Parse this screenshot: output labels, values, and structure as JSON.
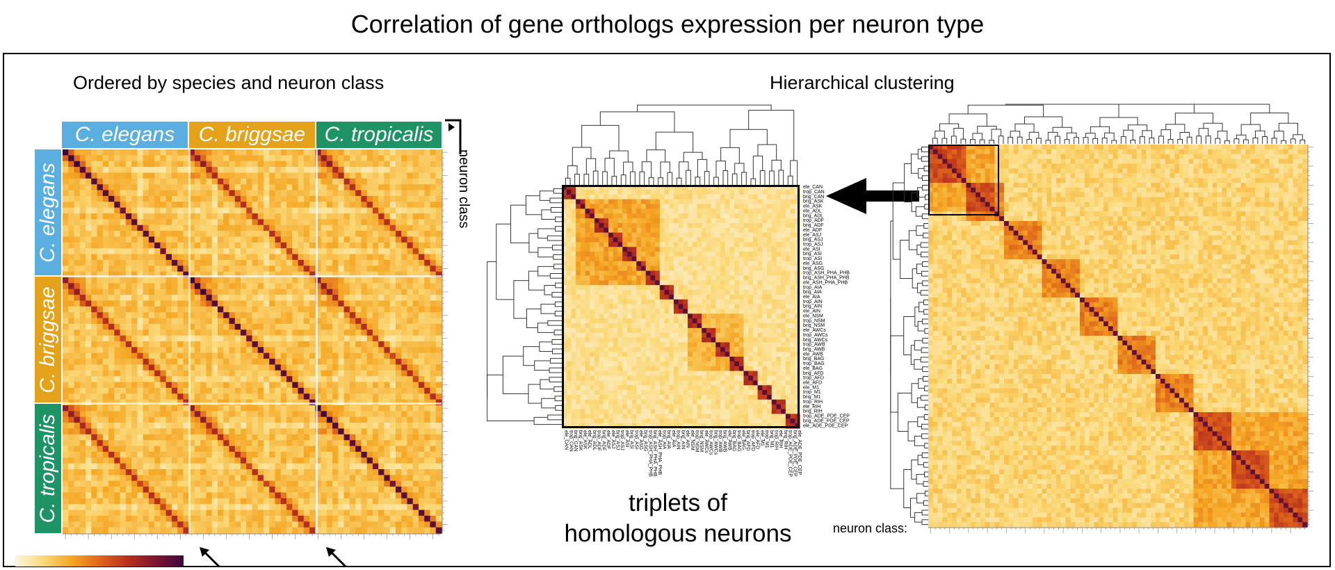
{
  "title": "Correlation of gene orthologs expression per neuron type",
  "left_panel": {
    "subtitle": "Ordered by species and neuron class",
    "species": [
      {
        "name": "C. elegans",
        "color": "#5aafe0"
      },
      {
        "name": "C. briggsae",
        "color": "#e3a21a"
      },
      {
        "name": "C. tropicalis",
        "color": "#1e9466"
      }
    ],
    "side_label": "neuron class"
  },
  "right_panel": {
    "subtitle": "Hierarchical clustering",
    "neuron_class_label": "neuron class:"
  },
  "zoom_panel": {
    "caption_line1": "triplets of",
    "caption_line2": "homologous neurons",
    "row_labels": [
      "ele_CAN",
      "trop_CAN",
      "brig_CAN",
      "brig_ASK",
      "ele_ASK",
      "ele_ADL",
      "brig_ADL",
      "trop_ADF",
      "brig_ADF",
      "ele_ADF",
      "ele_ASJ",
      "brig_ASJ",
      "trop_ASJ",
      "ele_ASI",
      "brig_ASI",
      "trop_ASI",
      "ele_ASG",
      "brig_ASG",
      "trop_ASH_PHA_PHB",
      "brig_ASH_PHA_PHB",
      "ele_ASH_PHA_PHB",
      "trop_AIA",
      "brig_AIA",
      "ele_AIA",
      "trop_AIN",
      "brig_AIN",
      "ele_AIN",
      "ele_NSM",
      "trop_NSM",
      "brig_NSM",
      "ele_AWCs",
      "trop_AWCs",
      "brig_AWCs",
      "trop_AWB",
      "brig_AWB",
      "ele_AWB",
      "brig_BAG",
      "trop_BAG",
      "ele_BAG",
      "brig_AFD",
      "trop_AFD",
      "ele_AFD",
      "ele_M1",
      "trop_M1",
      "brig_M1",
      "trop_RIH",
      "ele_RIH",
      "brig_RIH",
      "trop_ADE_PDE_CEP",
      "brig_ADE_PDE_CEP",
      "ele_ADE_PDE_CEP"
    ]
  },
  "colors": {
    "scale": [
      "#fdf5e2",
      "#fbd978",
      "#f5a623",
      "#e0661b",
      "#b8301c",
      "#7d1530",
      "#3d0a3c"
    ]
  }
}
